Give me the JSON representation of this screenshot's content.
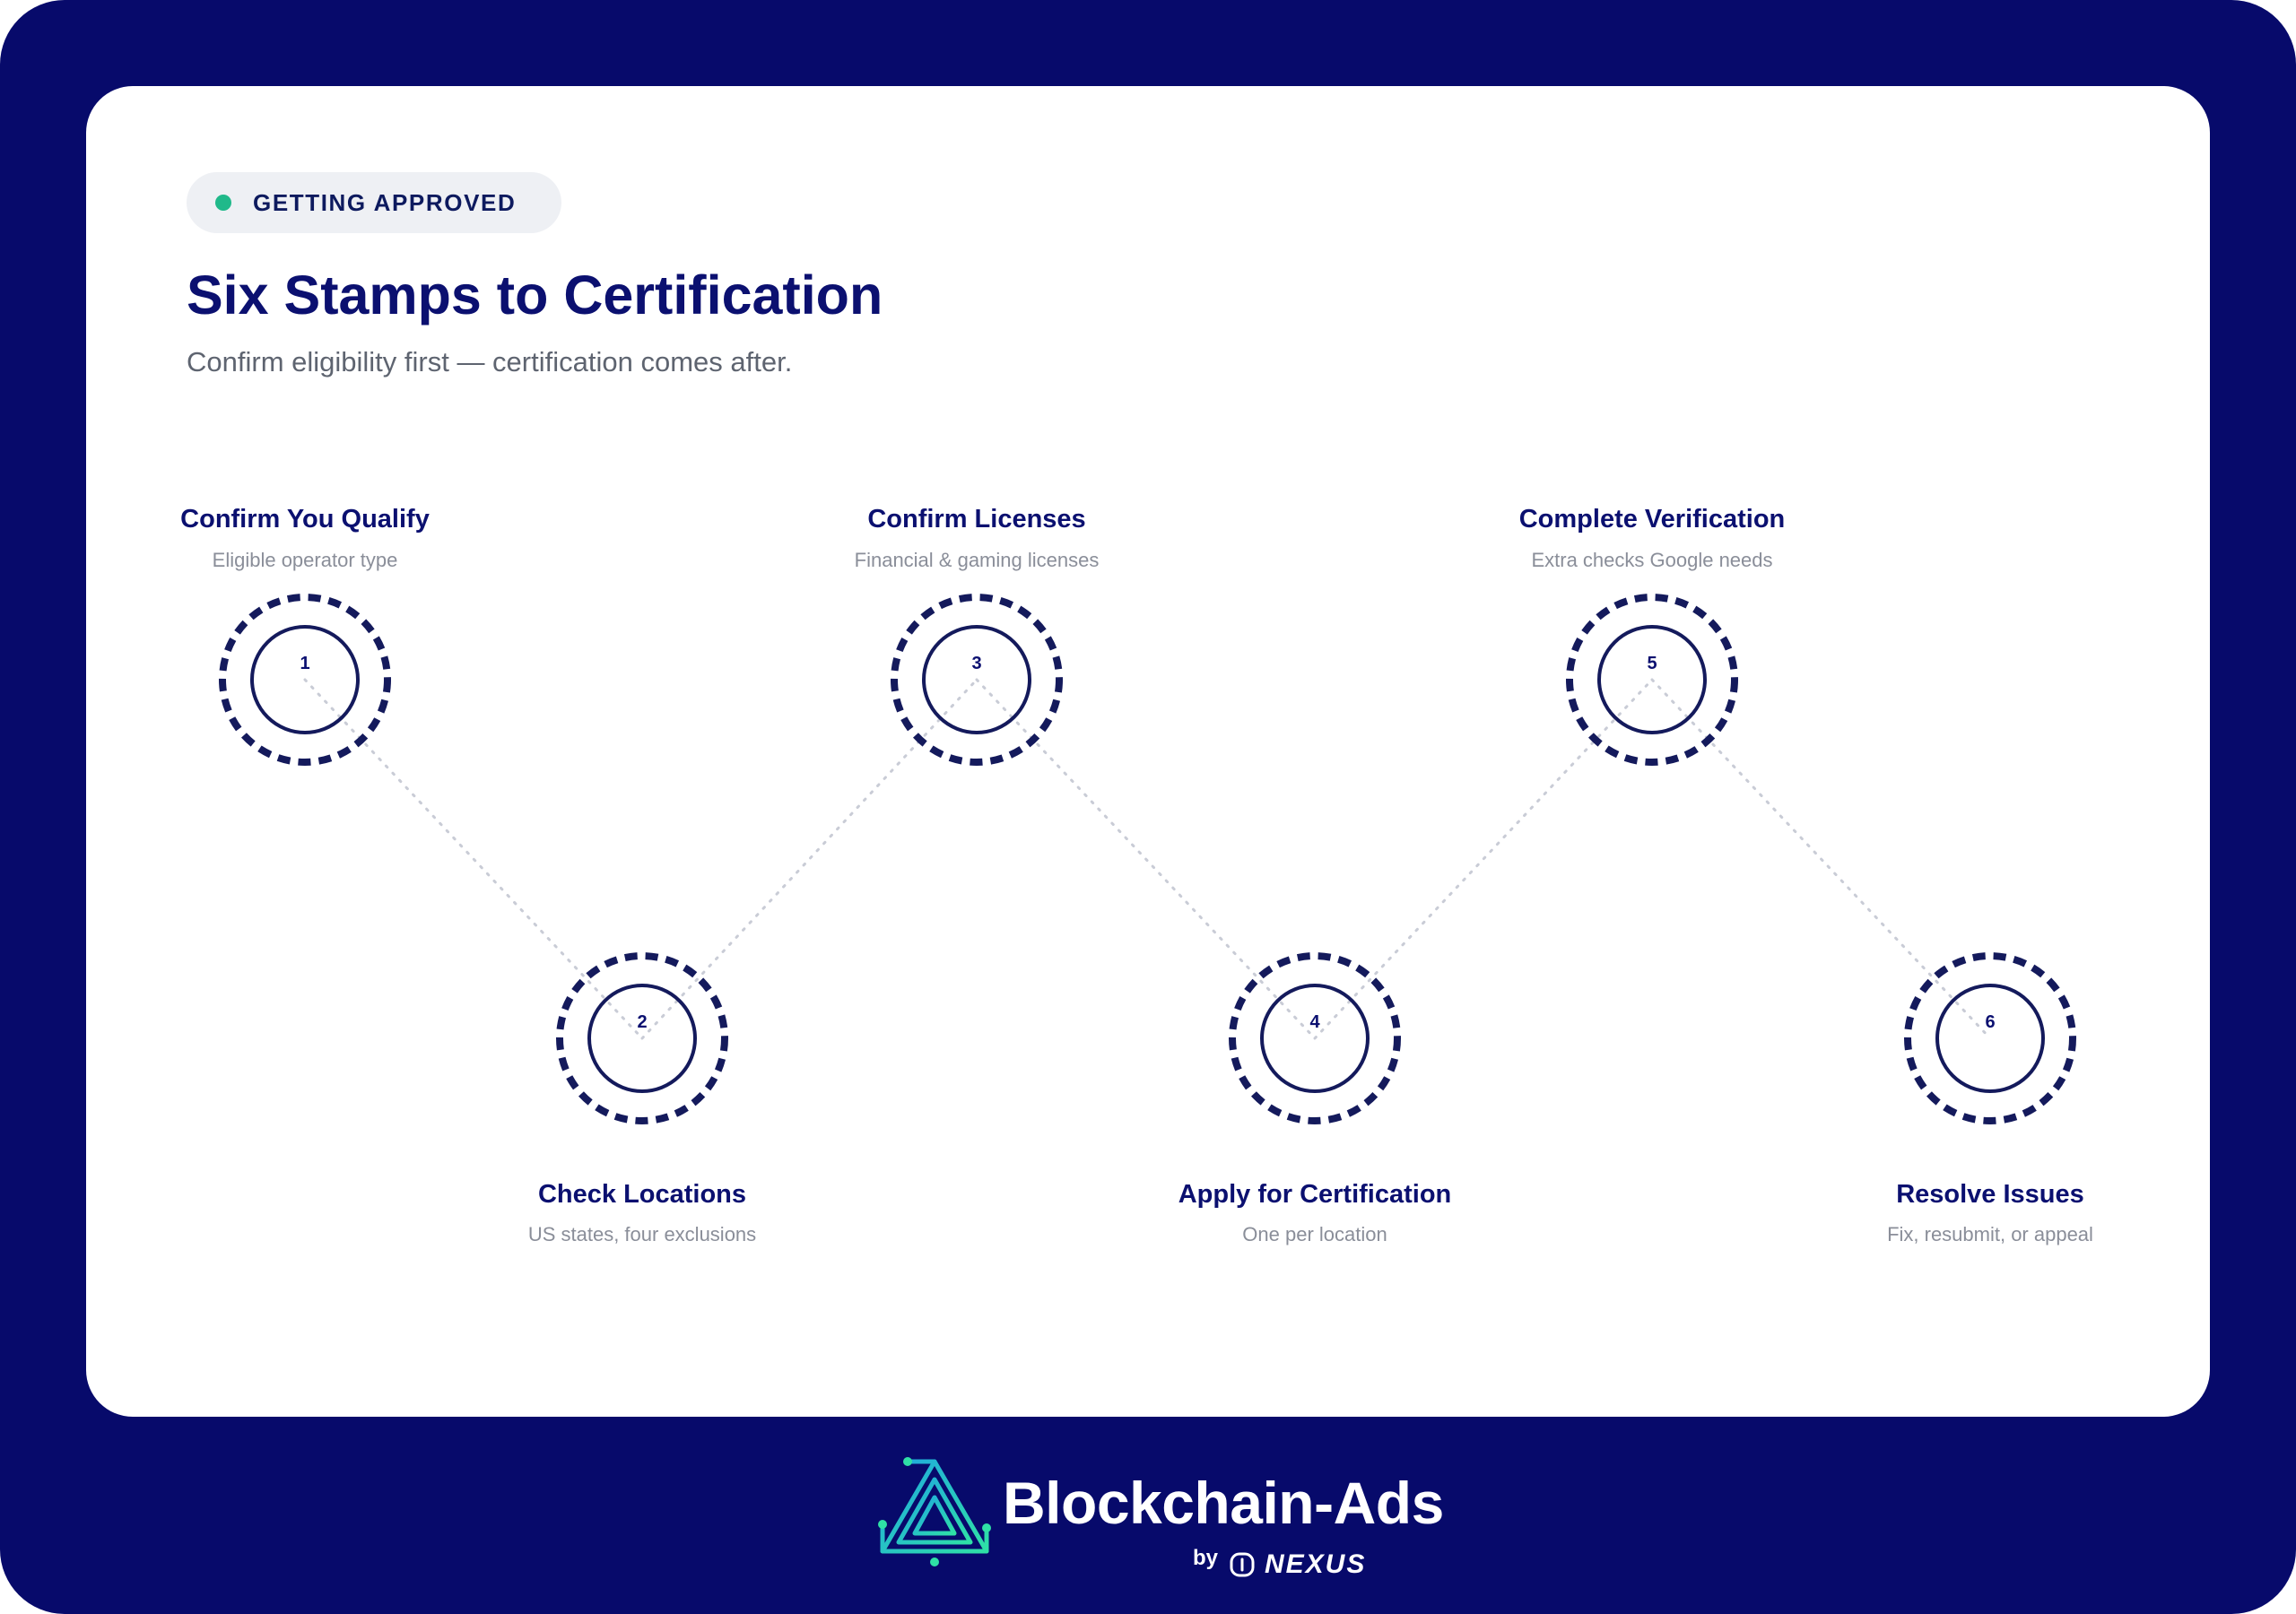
{
  "badge": {
    "label": "GETTING APPROVED",
    "dot_color": "#20b98a"
  },
  "header": {
    "title": "Six Stamps to Certification",
    "subtitle": "Confirm eligibility first — certification comes after."
  },
  "steps": [
    {
      "number": "1",
      "title": "Confirm You Qualify",
      "description": "Eligible operator type"
    },
    {
      "number": "2",
      "title": "Check Locations",
      "description": "US states, four exclusions"
    },
    {
      "number": "3",
      "title": "Confirm Licenses",
      "description": "Financial & gaming licenses"
    },
    {
      "number": "4",
      "title": "Apply for Certification",
      "description": "One per location"
    },
    {
      "number": "5",
      "title": "Complete Verification",
      "description": "Extra checks Google needs"
    },
    {
      "number": "6",
      "title": "Resolve Issues",
      "description": "Fix, resubmit, or appeal"
    }
  ],
  "brand": {
    "name": "Blockchain-Ads",
    "by": "by",
    "partner": "NEXUS",
    "logo_icon": "circuit-triangle-icon",
    "partner_icon": "nexus-mark-icon"
  },
  "colors": {
    "frame": "#070a6b",
    "accent_navy": "#0b1070",
    "stamp_stroke": "#141a5c",
    "connector": "#c9ccd6"
  }
}
